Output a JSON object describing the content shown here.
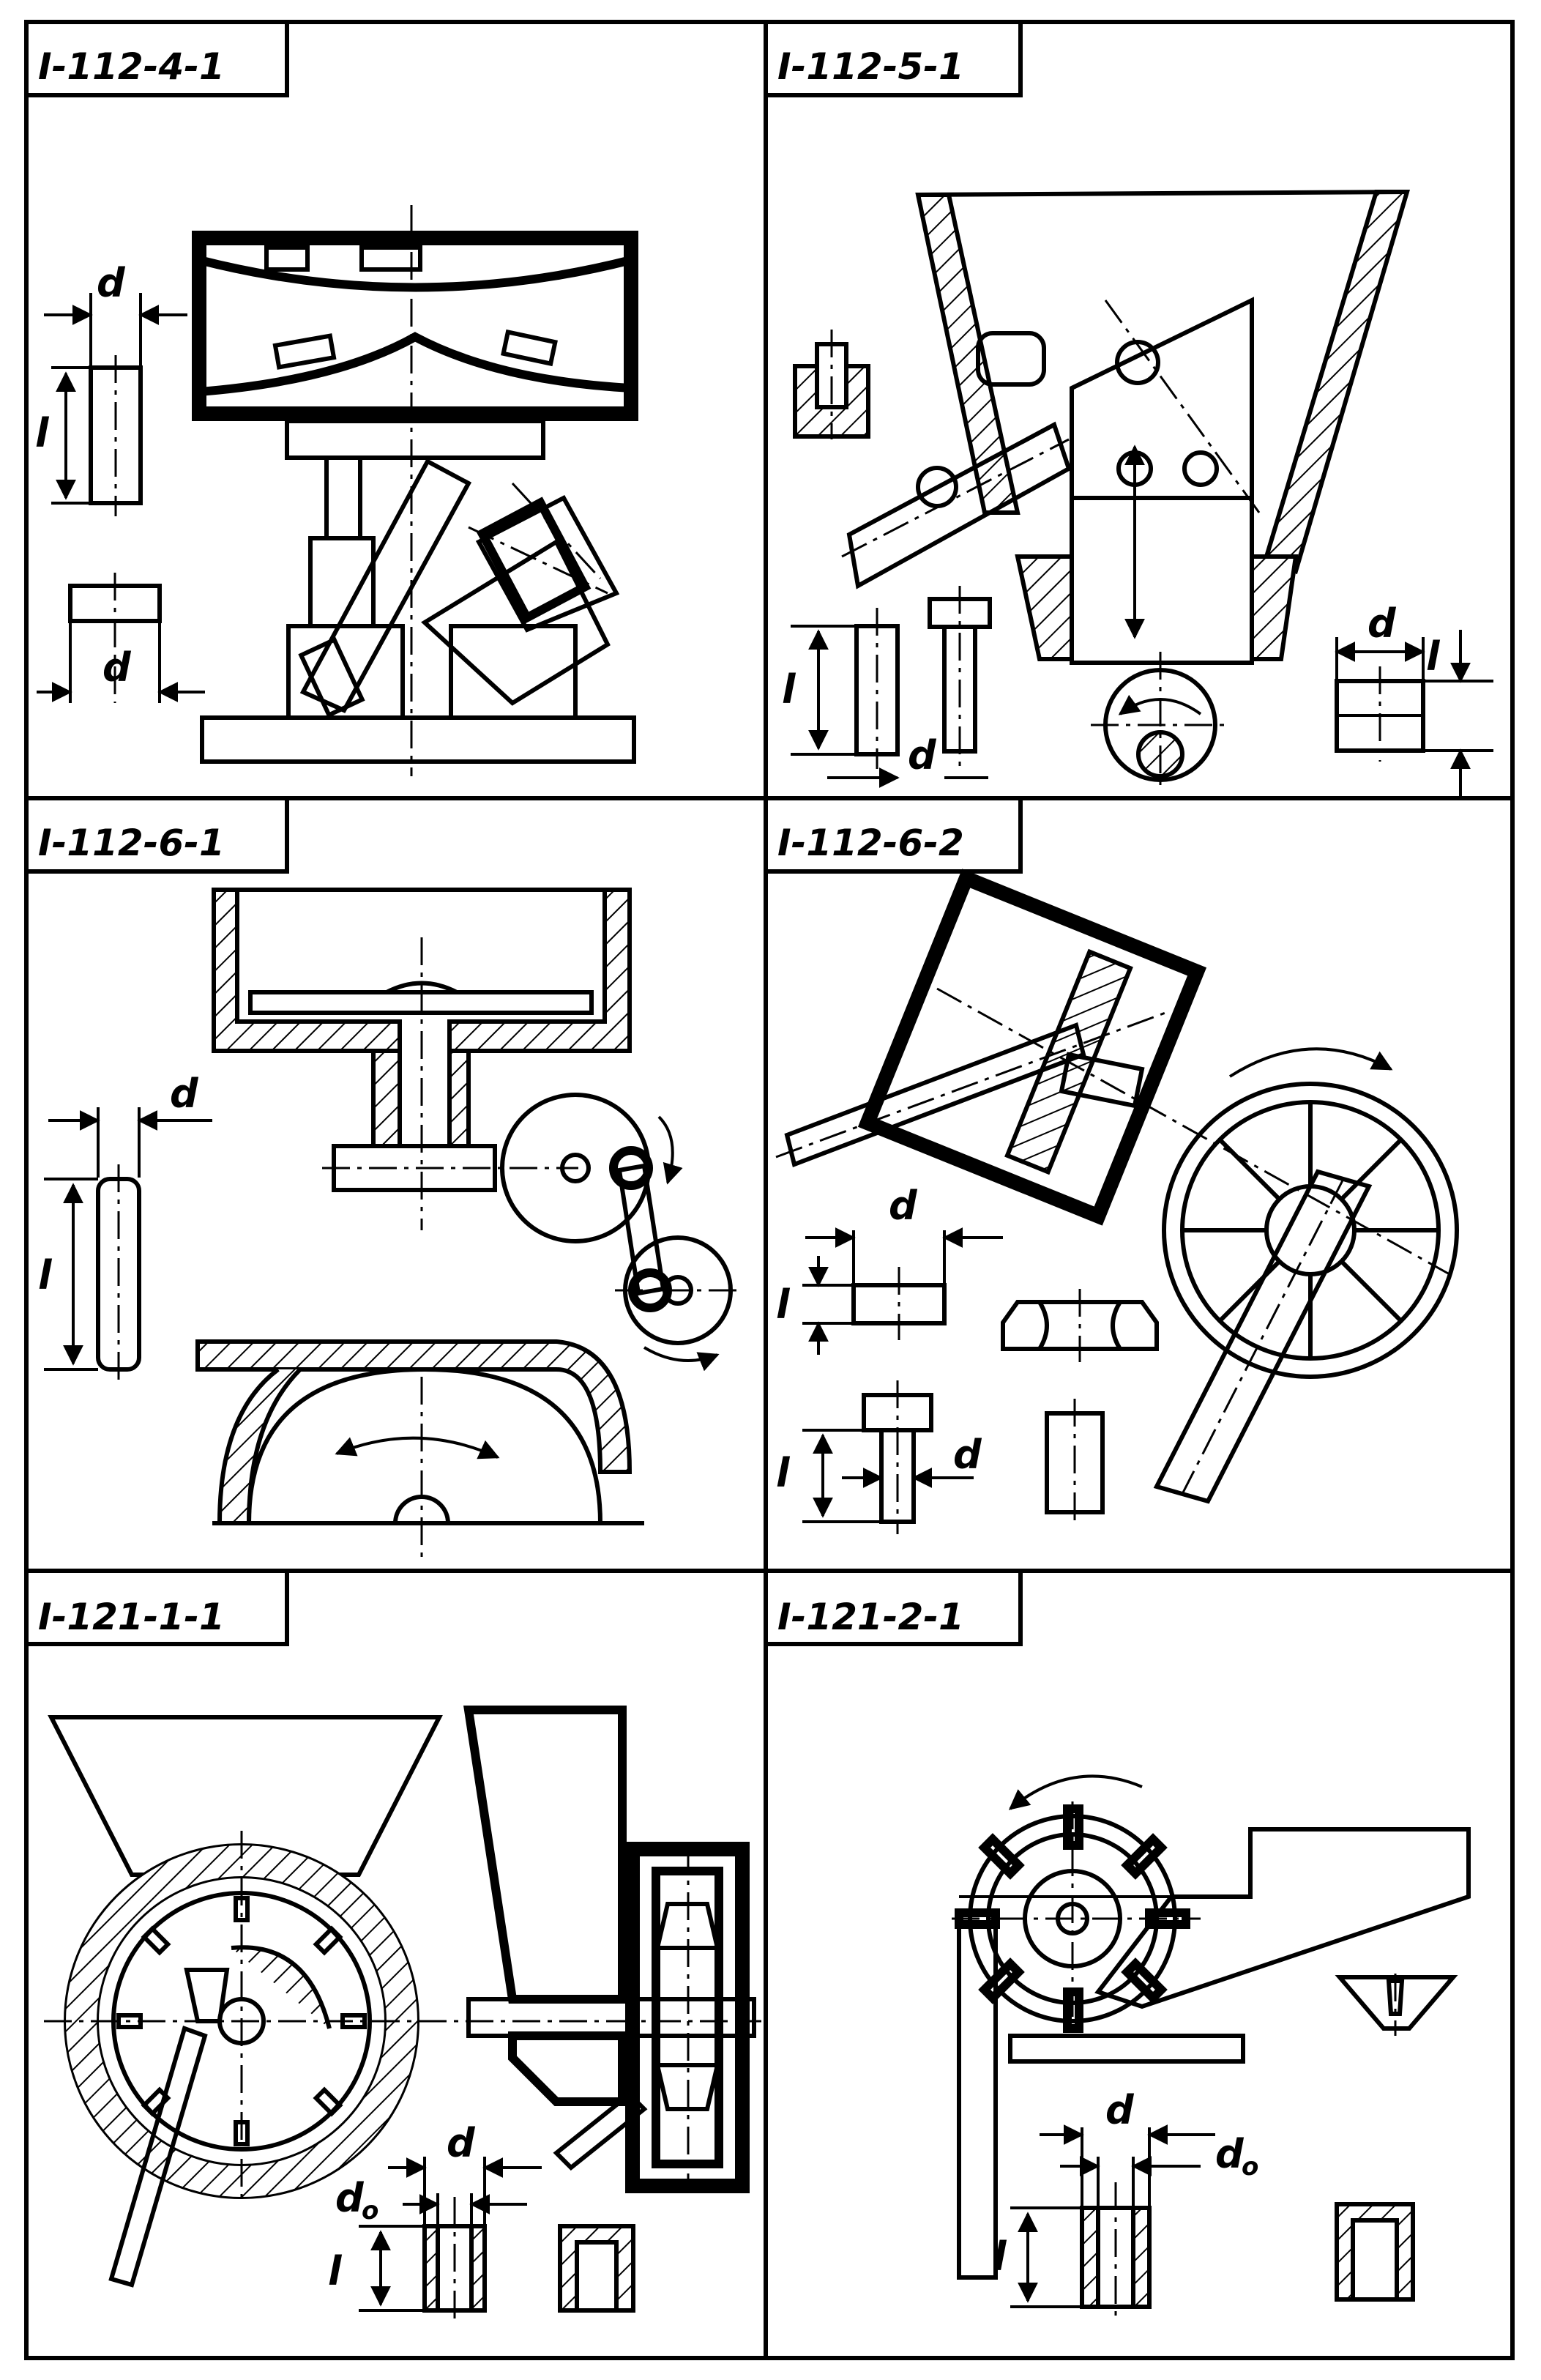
{
  "panels": [
    {
      "code": "I-112-4-1",
      "dim_d": "d",
      "dim_l": "l"
    },
    {
      "code": "I-112-5-1",
      "dim_d": "d",
      "dim_l": "l"
    },
    {
      "code": "I-112-6-1",
      "dim_d": "d",
      "dim_l": "l"
    },
    {
      "code": "I-112-6-2",
      "dim_d": "d",
      "dim_l": "l"
    },
    {
      "code": "I-121-1-1",
      "dim_d": "d",
      "dim_d0": "d",
      "dim_d0_sub": "o",
      "dim_l": "l"
    },
    {
      "code": "I-121-2-1",
      "dim_d": "d",
      "dim_d0": "d",
      "dim_d0_sub": "o",
      "dim_l": "l"
    }
  ]
}
